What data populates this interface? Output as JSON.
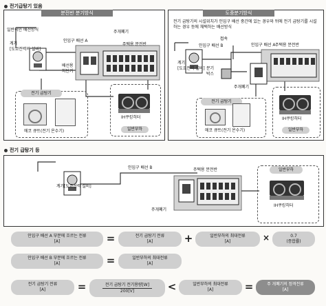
{
  "section1": {
    "title": "전기급탕기 있음",
    "left": {
      "banner": "분전반 분기방식",
      "general_method": "일반적인 배선방식",
      "meter": "계기\n[도쿄전력의 설비]",
      "incoming_a": "인입구 배선 A",
      "main_switch": "주개폐기",
      "breaker": "배선용\n차단기",
      "house_panel": "주택용 분전반",
      "heater": "전기 급탕기",
      "eco_cute": "에코 큐트(전기 온수기)",
      "ih_heater": "IH쿠킹히터",
      "general_load": "일반부하"
    },
    "right": {
      "banner": "도중분기방식",
      "description": "전기 급탕기의 시설위치가 인입구 배선 중간에 있는 경우와 뒤에 전기 급탕기를 시설하는 경우 등에 채택하는 배선방식",
      "incoming_b": "인입구 배선 B",
      "junction": "접속",
      "meter": "계기\n[도쿄전력 설비]",
      "incoming_a": "인입구 배선 A",
      "house_panel": "주택용 분전반",
      "branch_box": "분기\n박스",
      "main_switch": "주개폐기",
      "heater": "전기 급탕기",
      "eco_cute": "에코 큐트(전기 온수기)",
      "ih_heater": "IH쿠킹히터",
      "general_load": "일반부하"
    }
  },
  "section2": {
    "title": "전기 급탕기 등",
    "incoming_b": "인입구 배선 B",
    "house_panel": "주택용 분전반",
    "general_load": "일반부하",
    "meter": "계기[도쿄전력 설비]",
    "main_switch": "주개폐기",
    "ih_heater": "IH쿠킹히터"
  },
  "formulas": {
    "row1": {
      "a": [
        "인입구 배선 A 부분에 흐르는 전류",
        "[A]"
      ],
      "op1": "=",
      "b": [
        "전기 급탕기 전류",
        "[A]"
      ],
      "op2": "+",
      "c": [
        "일반부하의 최대전류",
        "[A]"
      ],
      "op3": "×",
      "d": [
        "0.7",
        "(증합률)"
      ]
    },
    "row2": {
      "a": [
        "인입구 배선 B 부분에 흐르는 전류",
        "[A]"
      ],
      "op1": "=",
      "b": [
        "일반부하의 최대전류",
        "[A]"
      ]
    },
    "row3": {
      "a": [
        "전기 급탕기 전류",
        "[A]"
      ],
      "op1": "=",
      "b_num": "전기 급탕기 전기용량[W]",
      "b_den": "200[V]",
      "op2": "<",
      "c": [
        "일반부하의 최대전류",
        "[A]"
      ],
      "op3": "=",
      "d": [
        "주 개폐기의 정격전류",
        "[A]"
      ]
    }
  }
}
